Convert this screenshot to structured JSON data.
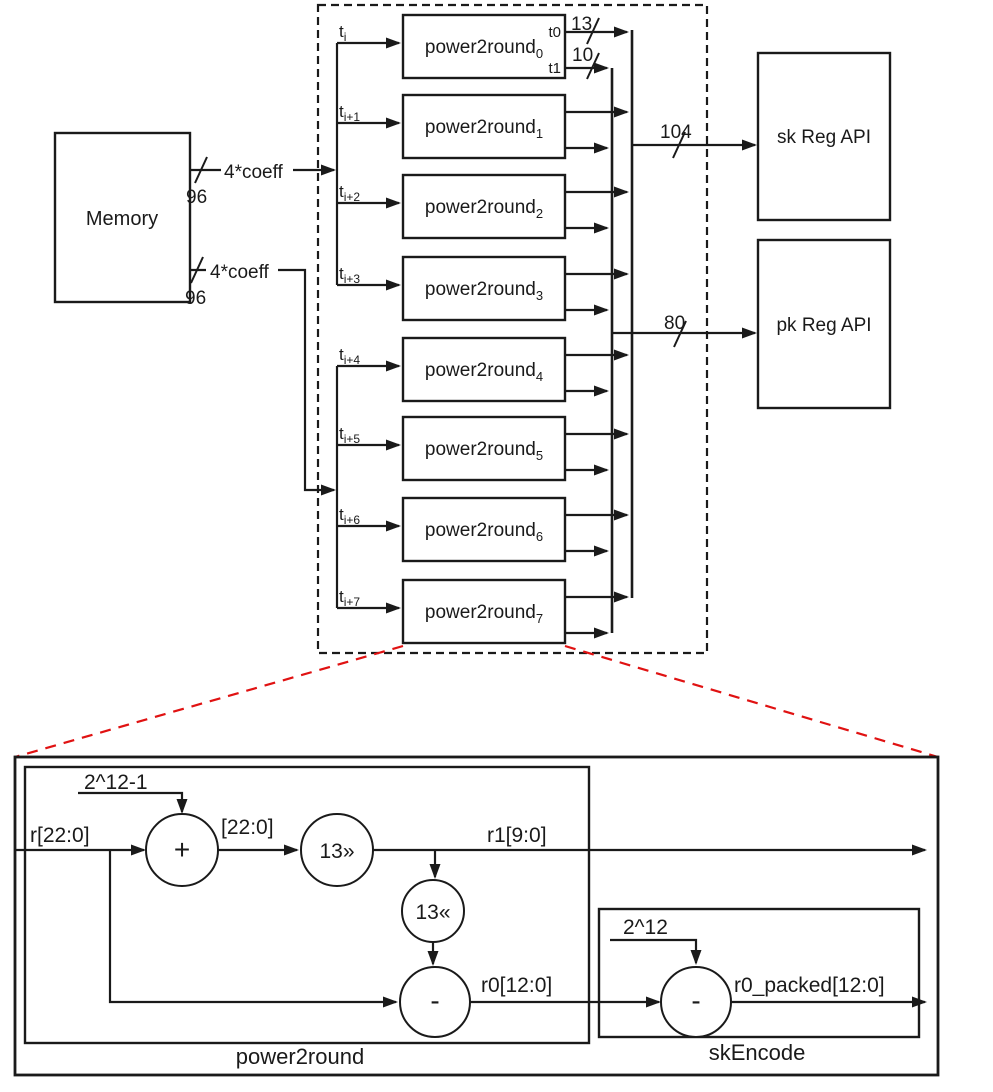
{
  "top": {
    "memory": "Memory",
    "mem_bus1": {
      "label": "4*coeff",
      "width": "96"
    },
    "mem_bus2": {
      "label": "4*coeff",
      "width": "96"
    },
    "blocks": [
      {
        "name": "power2round",
        "index": "0",
        "input": "t",
        "input_sub": "i"
      },
      {
        "name": "power2round",
        "index": "1",
        "input": "t",
        "input_sub": "i+1"
      },
      {
        "name": "power2round",
        "index": "2",
        "input": "t",
        "input_sub": "i+2"
      },
      {
        "name": "power2round",
        "index": "3",
        "input": "t",
        "input_sub": "i+3"
      },
      {
        "name": "power2round",
        "index": "4",
        "input": "t",
        "input_sub": "i+4"
      },
      {
        "name": "power2round",
        "index": "5",
        "input": "t",
        "input_sub": "i+5"
      },
      {
        "name": "power2round",
        "index": "6",
        "input": "t",
        "input_sub": "i+6"
      },
      {
        "name": "power2round",
        "index": "7",
        "input": "t",
        "input_sub": "i+7"
      }
    ],
    "out_t0": {
      "label": "t0",
      "width": "13"
    },
    "out_t1": {
      "label": "t1",
      "width": "10"
    },
    "sk_bus_width": "104",
    "pk_bus_width": "80",
    "sk_reg": "sk Reg API",
    "pk_reg": "pk Reg API"
  },
  "detail": {
    "input": "r[22:0]",
    "const_add": "2^12-1",
    "adder_op": "+",
    "sum_bits": "[22:0]",
    "shift_right": "13»",
    "shift_left": "13«",
    "r1": "r1[9:0]",
    "sub_op": "-",
    "r0": "r0[12:0]",
    "const_sub": "2^12",
    "sub2_op": "-",
    "r0_packed": "r0_packed[12:0]",
    "module_label": "power2round",
    "encode_label": "skEncode"
  },
  "colors": {
    "line": "#1a1a1a",
    "zoom_guide": "#e01212",
    "background": "#ffffff"
  }
}
